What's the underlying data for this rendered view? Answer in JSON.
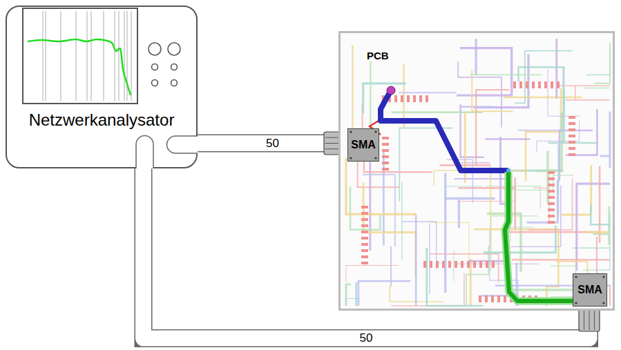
{
  "diagram": {
    "nodes": [
      {
        "text": [
          "Netzwerkanalysator"
        ]
      },
      {
        "text": [
          "PCB"
        ]
      },
      {
        "text": [
          "SMA"
        ],
        "in": 1
      },
      {
        "text": [
          "SMA"
        ],
        "in": 1
      }
    ],
    "edges": [
      {
        "from": 0,
        "to": 2,
        "label": "50",
        "arrow": "none"
      },
      {
        "from": 0,
        "to": 3,
        "label": "50",
        "arrow": "none"
      }
    ]
  }
}
